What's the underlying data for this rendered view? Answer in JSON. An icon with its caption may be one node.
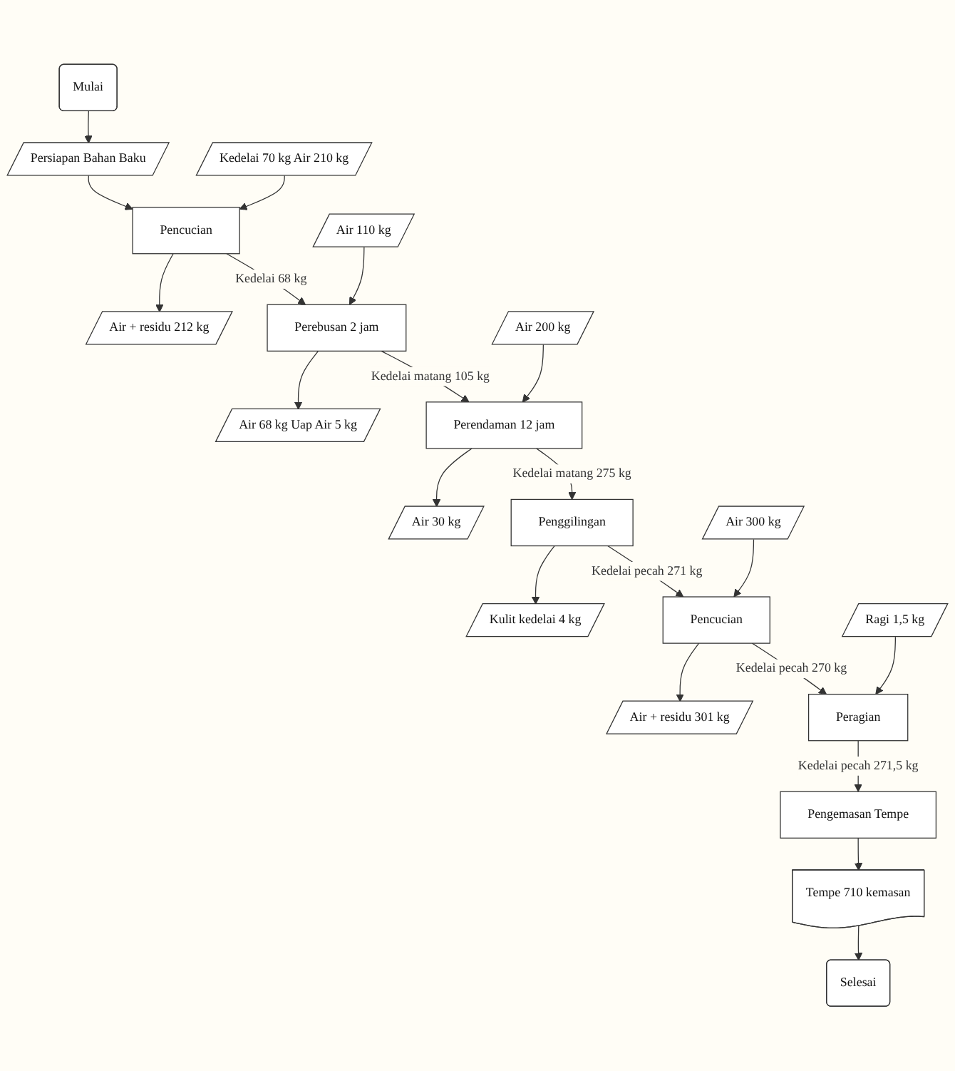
{
  "diagram": {
    "nodes": [
      {
        "text": [
          "Mulai"
        ]
      },
      {
        "text": [
          "Persiapan Bahan Baku"
        ]
      },
      {
        "text": [
          "Kedelai 70 kg Air 210 kg"
        ]
      },
      {
        "text": [
          "Pencucian"
        ]
      },
      {
        "text": [
          "Air + residu 212 kg"
        ]
      },
      {
        "text": [
          "Air 110 kg"
        ]
      },
      {
        "text": [
          "Perebusan 2 jam"
        ]
      },
      {
        "text": [
          "Air 68 kg Uap Air 5 kg"
        ]
      },
      {
        "text": [
          "Air 200 kg"
        ]
      },
      {
        "text": [
          "Perendaman 12 jam"
        ]
      },
      {
        "text": [
          "Air 30 kg"
        ]
      },
      {
        "text": [
          "Penggilingan"
        ]
      },
      {
        "text": [
          "Kulit kedelai 4 kg"
        ]
      },
      {
        "text": [
          "Air 300 kg"
        ]
      },
      {
        "text": [
          "Pencucian"
        ]
      },
      {
        "text": [
          "Air + residu 301 kg"
        ]
      },
      {
        "text": [
          "Ragi 1,5 kg"
        ]
      },
      {
        "text": [
          "Peragian"
        ]
      },
      {
        "text": [
          "Pengemasan Tempe"
        ]
      },
      {
        "text": [
          "Tempe 710 kemasan"
        ]
      },
      {
        "text": [
          "Selesai"
        ]
      }
    ],
    "edges": [
      {
        "from": 0,
        "to": 1,
        "arrow": "to"
      },
      {
        "from": 1,
        "to": 3,
        "arrow": "to"
      },
      {
        "from": 2,
        "to": 3,
        "arrow": "to"
      },
      {
        "from": 3,
        "to": 4,
        "arrow": "to"
      },
      {
        "from": 3,
        "to": 6,
        "arrow": "to",
        "label": "Kedelai 68 kg"
      },
      {
        "from": 5,
        "to": 6,
        "arrow": "to"
      },
      {
        "from": 6,
        "to": 7,
        "arrow": "to"
      },
      {
        "from": 6,
        "to": 9,
        "arrow": "to",
        "label": "Kedelai matang 105 kg"
      },
      {
        "from": 8,
        "to": 9,
        "arrow": "to"
      },
      {
        "from": 9,
        "to": 10,
        "arrow": "to"
      },
      {
        "from": 9,
        "to": 11,
        "arrow": "to",
        "label": "Kedelai matang 275 kg"
      },
      {
        "from": 11,
        "to": 12,
        "arrow": "to"
      },
      {
        "from": 11,
        "to": 14,
        "arrow": "to",
        "label": "Kedelai pecah 271 kg"
      },
      {
        "from": 13,
        "to": 14,
        "arrow": "to"
      },
      {
        "from": 14,
        "to": 15,
        "arrow": "to"
      },
      {
        "from": 14,
        "to": 17,
        "arrow": "to",
        "label": "Kedelai pecah 270 kg"
      },
      {
        "from": 16,
        "to": 17,
        "arrow": "to"
      },
      {
        "from": 17,
        "to": 18,
        "arrow": "to",
        "label": "Kedelai pecah 271,5 kg"
      },
      {
        "from": 18,
        "to": 19,
        "arrow": "to"
      },
      {
        "from": 19,
        "to": 20,
        "arrow": "to"
      }
    ]
  }
}
